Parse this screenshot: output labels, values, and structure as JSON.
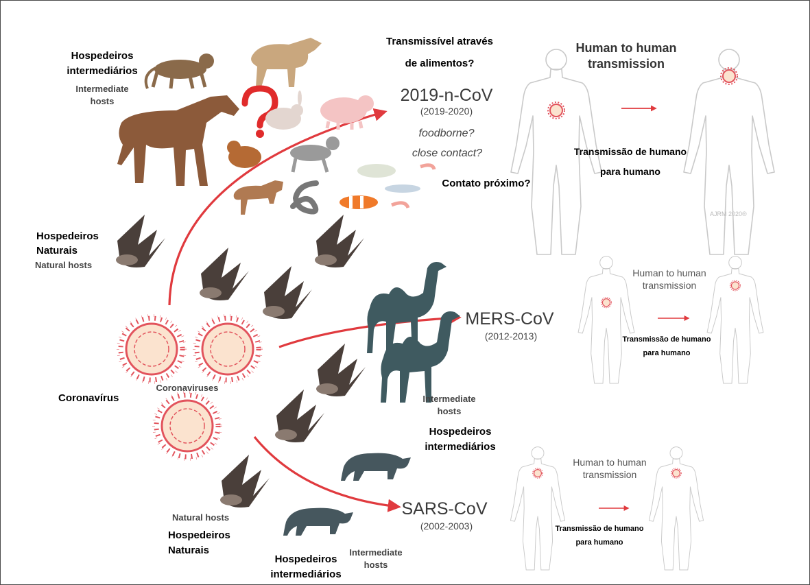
{
  "labels": {
    "intermediate_hosts_pt_top": [
      "Hospedeiros",
      "intermediários"
    ],
    "intermediate_hosts_en_top": [
      "Intermediate",
      "hosts"
    ],
    "foodborne_pt": [
      "Transmissível através",
      "de alimentos?"
    ],
    "ncov_name": "2019-n-CoV",
    "ncov_years": "(2019-2020)",
    "ncov_q1": "foodborne?",
    "ncov_q2": "close contact?",
    "close_contact_pt": "Contato próximo?",
    "h2h_en_big": [
      "Human to human",
      "transmission"
    ],
    "h2h_pt_big": [
      "Transmissão de humano",
      "para humano"
    ],
    "copyright": "AJRM 2020®",
    "natural_hosts_pt_mid": [
      "Hospedeiros",
      "Naturais"
    ],
    "natural_hosts_en_mid": "Natural hosts",
    "coronavirus_pt": "Coronavírus",
    "coronaviruses_en": "Coronaviruses",
    "mers_name": "MERS-CoV",
    "mers_years": "(2012-2013)",
    "h2h_en_mers": [
      "Human to human",
      "transmission"
    ],
    "h2h_pt_mers": [
      "Transmissão de humano",
      "para humano"
    ],
    "intermediate_hosts_en_mers": [
      "Intermediate",
      "hosts"
    ],
    "intermediate_hosts_pt_mers": [
      "Hospedeiros",
      "intermediários"
    ],
    "sars_name": "SARS-CoV",
    "sars_years": "(2002-2003)",
    "h2h_en_sars": [
      "Human to human",
      "transmission"
    ],
    "h2h_pt_sars": [
      "Transmissão de humano",
      "para humano"
    ],
    "natural_hosts_en_bottom": "Natural hosts",
    "natural_hosts_pt_bottom": [
      "Hospedeiros",
      "Naturais"
    ],
    "intermediate_hosts_pt_bottom": [
      "Hospedeiros",
      "intermediários"
    ],
    "intermediate_hosts_en_bottom": [
      "Intermediate",
      "hosts"
    ]
  },
  "colors": {
    "arrow": "#e03a3e",
    "virus": "#e2535c",
    "virus_core": "#f9dcc4",
    "bat": "#4a3f3a",
    "camel": "#3f5a60",
    "civet": "#46575e",
    "human_outline": "#c9c9c9",
    "question_mark": "#e02b2b"
  }
}
